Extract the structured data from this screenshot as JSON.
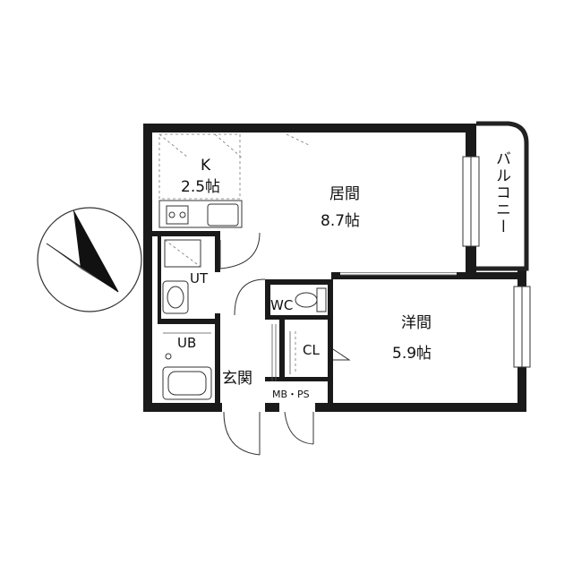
{
  "rooms": {
    "kitchen_name": "K",
    "kitchen_size": "2.5帖",
    "living_name": "居間",
    "living_size": "8.7帖",
    "western_name": "洋間",
    "western_size": "5.9帖",
    "balcony": "バルコニー",
    "ut": "UT",
    "ub": "UB",
    "wc": "WC",
    "cl": "CL",
    "entrance": "玄関",
    "mbps": "MB・PS"
  },
  "compass": {
    "icon": "north-arrow-icon"
  },
  "colors": {
    "wall": "#1a1a1a",
    "line": "#333333"
  }
}
